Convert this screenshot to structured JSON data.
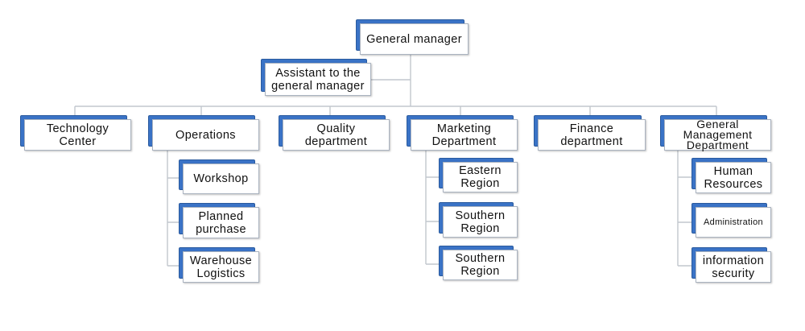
{
  "org_chart": {
    "root": "General manager",
    "assistant": "Assistant to the general manager",
    "departments": [
      {
        "label": "Technology Center",
        "children": []
      },
      {
        "label": "Operations",
        "children": [
          "Workshop",
          "Planned purchase",
          "Warehouse Logistics"
        ]
      },
      {
        "label": "Quality department",
        "children": []
      },
      {
        "label": "Marketing Department",
        "children": [
          "Eastern Region",
          "Southern Region",
          "Southern Region"
        ]
      },
      {
        "label": "Finance department",
        "children": []
      },
      {
        "label": "General Management Department",
        "children": [
          "Human Resources",
          "Administration",
          "information security"
        ]
      }
    ]
  },
  "colors": {
    "box_shadow_blue": "#3a73c6",
    "box_border": "#aab3c0",
    "connector": "#c2c7ce",
    "box_fill": "#ffffff"
  }
}
